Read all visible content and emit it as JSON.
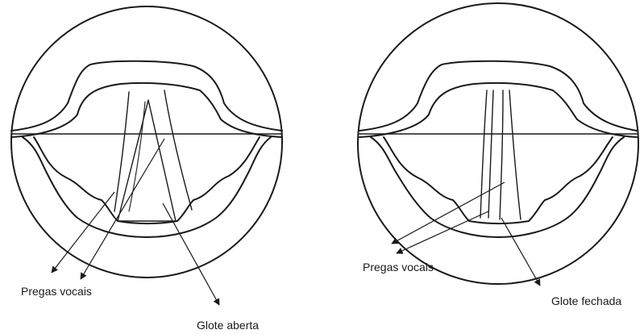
{
  "figure": {
    "left_panel": {
      "label_folds": "Pregas vocais",
      "label_glottis": "Glote aberta"
    },
    "right_panel": {
      "label_folds": "Pregas vocais",
      "label_glottis": "Glote fechada"
    },
    "colors": {
      "ink": "#1a1a1a",
      "background": "#ffffff"
    }
  }
}
